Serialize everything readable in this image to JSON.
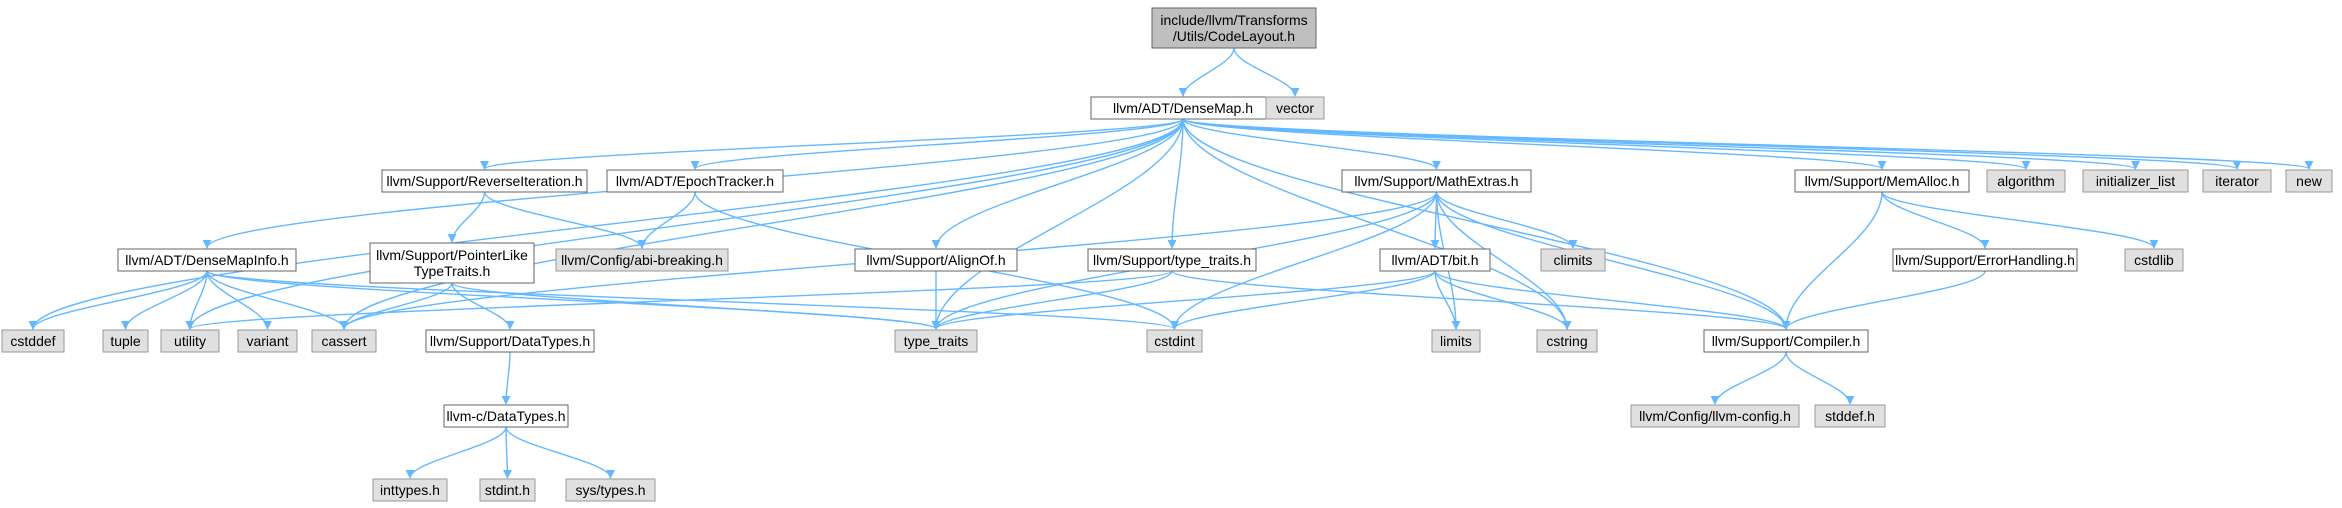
{
  "colors": {
    "root_fill": "#bfbfbf",
    "documented_fill": "#ffffff",
    "system_fill": "#e0e0e0",
    "box_stroke": "#666666",
    "system_stroke": "#999999",
    "edge": "#63b8ff"
  },
  "nodes": [
    {
      "id": "code_layout",
      "lines": [
        "include/llvm/Transforms",
        "/Utils/CodeLayout.h"
      ],
      "kind": "root"
    },
    {
      "id": "dense_map",
      "lines": [
        "llvm/ADT/DenseMap.h"
      ],
      "kind": "documented"
    },
    {
      "id": "vector",
      "lines": [
        "vector"
      ],
      "kind": "system"
    },
    {
      "id": "reverse_iteration",
      "lines": [
        "llvm/Support/ReverseIteration.h"
      ],
      "kind": "documented"
    },
    {
      "id": "epoch_tracker",
      "lines": [
        "llvm/ADT/EpochTracker.h"
      ],
      "kind": "documented"
    },
    {
      "id": "math_extras",
      "lines": [
        "llvm/Support/MathExtras.h"
      ],
      "kind": "documented"
    },
    {
      "id": "mem_alloc",
      "lines": [
        "llvm/Support/MemAlloc.h"
      ],
      "kind": "documented"
    },
    {
      "id": "algorithm",
      "lines": [
        "algorithm"
      ],
      "kind": "system"
    },
    {
      "id": "initializer_list",
      "lines": [
        "initializer_list"
      ],
      "kind": "system"
    },
    {
      "id": "iterator",
      "lines": [
        "iterator"
      ],
      "kind": "system"
    },
    {
      "id": "new",
      "lines": [
        "new"
      ],
      "kind": "system"
    },
    {
      "id": "dense_map_info",
      "lines": [
        "llvm/ADT/DenseMapInfo.h"
      ],
      "kind": "documented"
    },
    {
      "id": "pointer_like",
      "lines": [
        "llvm/Support/PointerLike",
        "TypeTraits.h"
      ],
      "kind": "documented"
    },
    {
      "id": "abi_breaking",
      "lines": [
        "llvm/Config/abi-breaking.h"
      ],
      "kind": "system"
    },
    {
      "id": "align_of",
      "lines": [
        "llvm/Support/AlignOf.h"
      ],
      "kind": "documented"
    },
    {
      "id": "type_traits_h",
      "lines": [
        "llvm/Support/type_traits.h"
      ],
      "kind": "documented"
    },
    {
      "id": "climits",
      "lines": [
        "climits"
      ],
      "kind": "system"
    },
    {
      "id": "bit_h",
      "lines": [
        "llvm/ADT/bit.h"
      ],
      "kind": "documented"
    },
    {
      "id": "error_handling",
      "lines": [
        "llvm/Support/ErrorHandling.h"
      ],
      "kind": "documented"
    },
    {
      "id": "cstdlib",
      "lines": [
        "cstdlib"
      ],
      "kind": "system"
    },
    {
      "id": "cstddef",
      "lines": [
        "cstddef"
      ],
      "kind": "system"
    },
    {
      "id": "tuple",
      "lines": [
        "tuple"
      ],
      "kind": "system"
    },
    {
      "id": "utility",
      "lines": [
        "utility"
      ],
      "kind": "system"
    },
    {
      "id": "variant",
      "lines": [
        "variant"
      ],
      "kind": "system"
    },
    {
      "id": "cassert",
      "lines": [
        "cassert"
      ],
      "kind": "system"
    },
    {
      "id": "type_traits",
      "lines": [
        "type_traits"
      ],
      "kind": "system"
    },
    {
      "id": "cstdint",
      "lines": [
        "cstdint"
      ],
      "kind": "system"
    },
    {
      "id": "limits",
      "lines": [
        "limits"
      ],
      "kind": "system"
    },
    {
      "id": "cstring",
      "lines": [
        "cstring"
      ],
      "kind": "system"
    },
    {
      "id": "compiler",
      "lines": [
        "llvm/Support/Compiler.h"
      ],
      "kind": "documented"
    },
    {
      "id": "data_types_support",
      "lines": [
        "llvm/Support/DataTypes.h"
      ],
      "kind": "documented"
    },
    {
      "id": "c_data_types",
      "lines": [
        "llvm-c/DataTypes.h"
      ],
      "kind": "documented"
    },
    {
      "id": "llvm_config",
      "lines": [
        "llvm/Config/llvm-config.h"
      ],
      "kind": "system"
    },
    {
      "id": "stddef_h",
      "lines": [
        "stddef.h"
      ],
      "kind": "system"
    },
    {
      "id": "inttypes",
      "lines": [
        "inttypes.h"
      ],
      "kind": "system"
    },
    {
      "id": "stdint_h",
      "lines": [
        "stdint.h"
      ],
      "kind": "system"
    },
    {
      "id": "sys_types",
      "lines": [
        "sys/types.h"
      ],
      "kind": "system"
    }
  ],
  "edges": [
    [
      "code_layout",
      "dense_map"
    ],
    [
      "code_layout",
      "vector"
    ],
    [
      "dense_map",
      "cstddef"
    ],
    [
      "dense_map",
      "utility"
    ],
    [
      "dense_map",
      "dense_map_info"
    ],
    [
      "dense_map",
      "cassert"
    ],
    [
      "dense_map",
      "reverse_iteration"
    ],
    [
      "dense_map",
      "epoch_tracker"
    ],
    [
      "dense_map",
      "type_traits"
    ],
    [
      "dense_map",
      "align_of"
    ],
    [
      "dense_map",
      "type_traits_h"
    ],
    [
      "dense_map",
      "math_extras"
    ],
    [
      "dense_map",
      "cstring"
    ],
    [
      "dense_map",
      "compiler"
    ],
    [
      "dense_map",
      "mem_alloc"
    ],
    [
      "dense_map",
      "algorithm"
    ],
    [
      "dense_map",
      "initializer_list"
    ],
    [
      "dense_map",
      "iterator"
    ],
    [
      "dense_map",
      "new"
    ],
    [
      "reverse_iteration",
      "pointer_like"
    ],
    [
      "reverse_iteration",
      "abi_breaking"
    ],
    [
      "epoch_tracker",
      "abi_breaking"
    ],
    [
      "epoch_tracker",
      "cstdint"
    ],
    [
      "dense_map_info",
      "cstddef"
    ],
    [
      "dense_map_info",
      "tuple"
    ],
    [
      "dense_map_info",
      "utility"
    ],
    [
      "dense_map_info",
      "variant"
    ],
    [
      "dense_map_info",
      "cassert"
    ],
    [
      "dense_map_info",
      "type_traits"
    ],
    [
      "dense_map_info",
      "cstdint"
    ],
    [
      "pointer_like",
      "cassert"
    ],
    [
      "pointer_like",
      "data_types_support"
    ],
    [
      "pointer_like",
      "type_traits"
    ],
    [
      "data_types_support",
      "c_data_types"
    ],
    [
      "c_data_types",
      "inttypes"
    ],
    [
      "c_data_types",
      "stdint_h"
    ],
    [
      "c_data_types",
      "sys_types"
    ],
    [
      "align_of",
      "type_traits"
    ],
    [
      "type_traits_h",
      "utility"
    ],
    [
      "type_traits_h",
      "type_traits"
    ],
    [
      "type_traits_h",
      "compiler"
    ],
    [
      "math_extras",
      "cassert"
    ],
    [
      "math_extras",
      "type_traits"
    ],
    [
      "math_extras",
      "cstdint"
    ],
    [
      "math_extras",
      "bit_h"
    ],
    [
      "math_extras",
      "climits"
    ],
    [
      "math_extras",
      "limits"
    ],
    [
      "math_extras",
      "cstring"
    ],
    [
      "math_extras",
      "compiler"
    ],
    [
      "bit_h",
      "type_traits"
    ],
    [
      "bit_h",
      "cstdint"
    ],
    [
      "bit_h",
      "limits"
    ],
    [
      "bit_h",
      "cstring"
    ],
    [
      "bit_h",
      "compiler"
    ],
    [
      "mem_alloc",
      "compiler"
    ],
    [
      "mem_alloc",
      "error_handling"
    ],
    [
      "mem_alloc",
      "cstdlib"
    ],
    [
      "error_handling",
      "compiler"
    ],
    [
      "compiler",
      "llvm_config"
    ],
    [
      "compiler",
      "stddef_h"
    ]
  ]
}
